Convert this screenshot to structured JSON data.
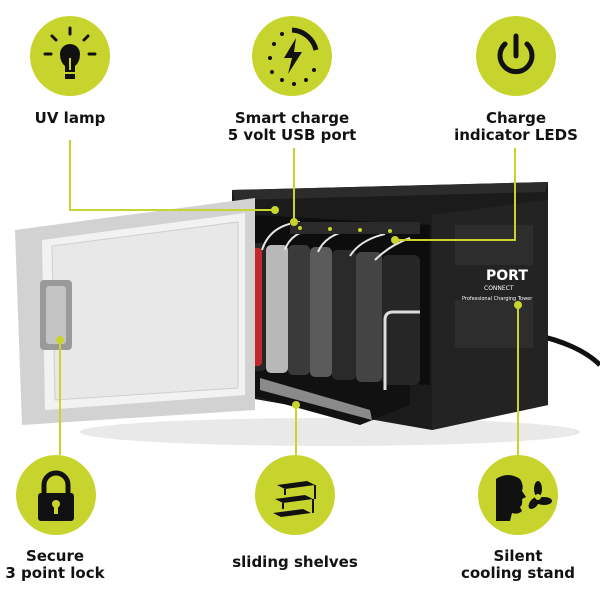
{
  "accent_color": "#c8d42e",
  "features": {
    "uv_lamp": {
      "label": "UV lamp",
      "icon": "lightbulb-icon"
    },
    "smart_charge": {
      "line1": "Smart charge",
      "line2": "5 volt USB port",
      "icon": "lightning-bolt-icon"
    },
    "charge_indicator": {
      "line1": "Charge",
      "line2": "indicator LEDS",
      "icon": "power-icon"
    },
    "secure_lock": {
      "line1": "Secure",
      "line2": "3 point lock",
      "icon": "padlock-icon"
    },
    "sliding_shelves": {
      "label": "sliding shelves",
      "icon": "shelves-icon"
    },
    "silent_cooling": {
      "line1": "Silent",
      "line2": "cooling stand",
      "icon": "face-fan-icon"
    }
  },
  "product": {
    "brand_line1": "PORT",
    "brand_line2": "CONNECT",
    "model": "Professional Charging Tower"
  }
}
